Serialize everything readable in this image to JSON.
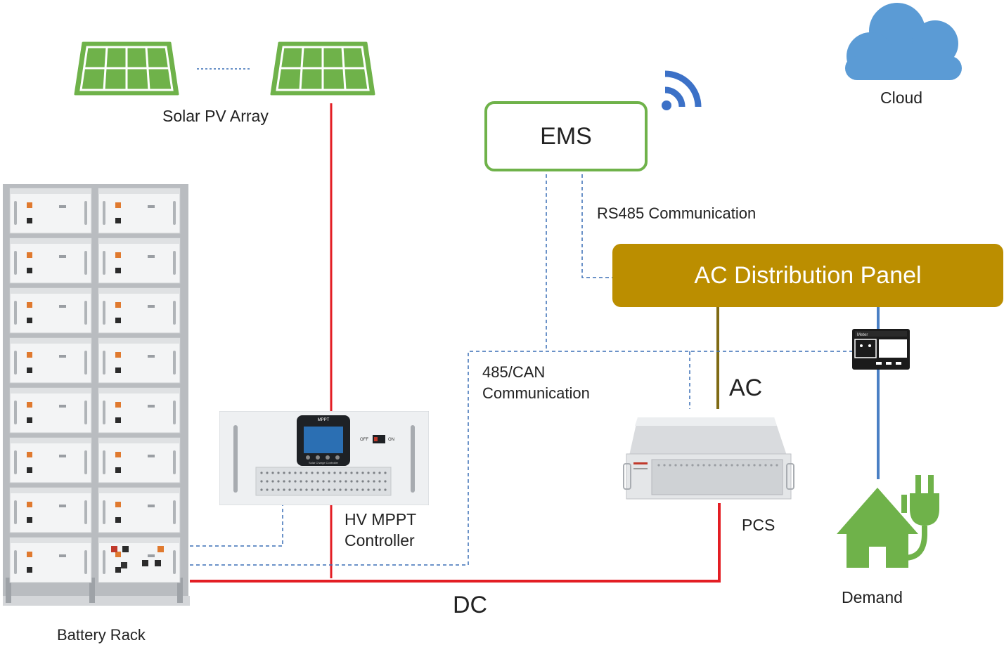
{
  "labels": {
    "solar_pv_array": "Solar PV Array",
    "ems": "EMS",
    "cloud": "Cloud",
    "rs485": "RS485 Communication",
    "ac_panel": "AC Distribution Panel",
    "can_comm_line1": "485/CAN",
    "can_comm_line2": "Communication",
    "ac": "AC",
    "hv_mppt_line1": "HV MPPT",
    "hv_mppt_line2": "Controller",
    "pcs": "PCS",
    "dc": "DC",
    "demand": "Demand",
    "battery_rack": "Battery Rack",
    "meter": "Meter",
    "mppt_screen_title": "MPPT",
    "mppt_off": "OFF",
    "mppt_on": "ON",
    "mppt_caption": "Solar Charge Controller"
  },
  "colors": {
    "solar_green": "#6fb24a",
    "dc_line": "#e31e24",
    "ac_line": "#7f6a14",
    "comm_dash": "#3a6fb5",
    "demand_line": "#4a7fc4",
    "cloud": "#5b9bd5",
    "wifi": "#3c71c7",
    "ac_panel": "#bb8e00"
  },
  "icons": [
    "solar-panel-icon",
    "wifi-icon",
    "cloud-icon",
    "meter-icon",
    "house-plug-icon",
    "battery-rack-icon",
    "mppt-controller-icon",
    "pcs-unit-icon"
  ]
}
